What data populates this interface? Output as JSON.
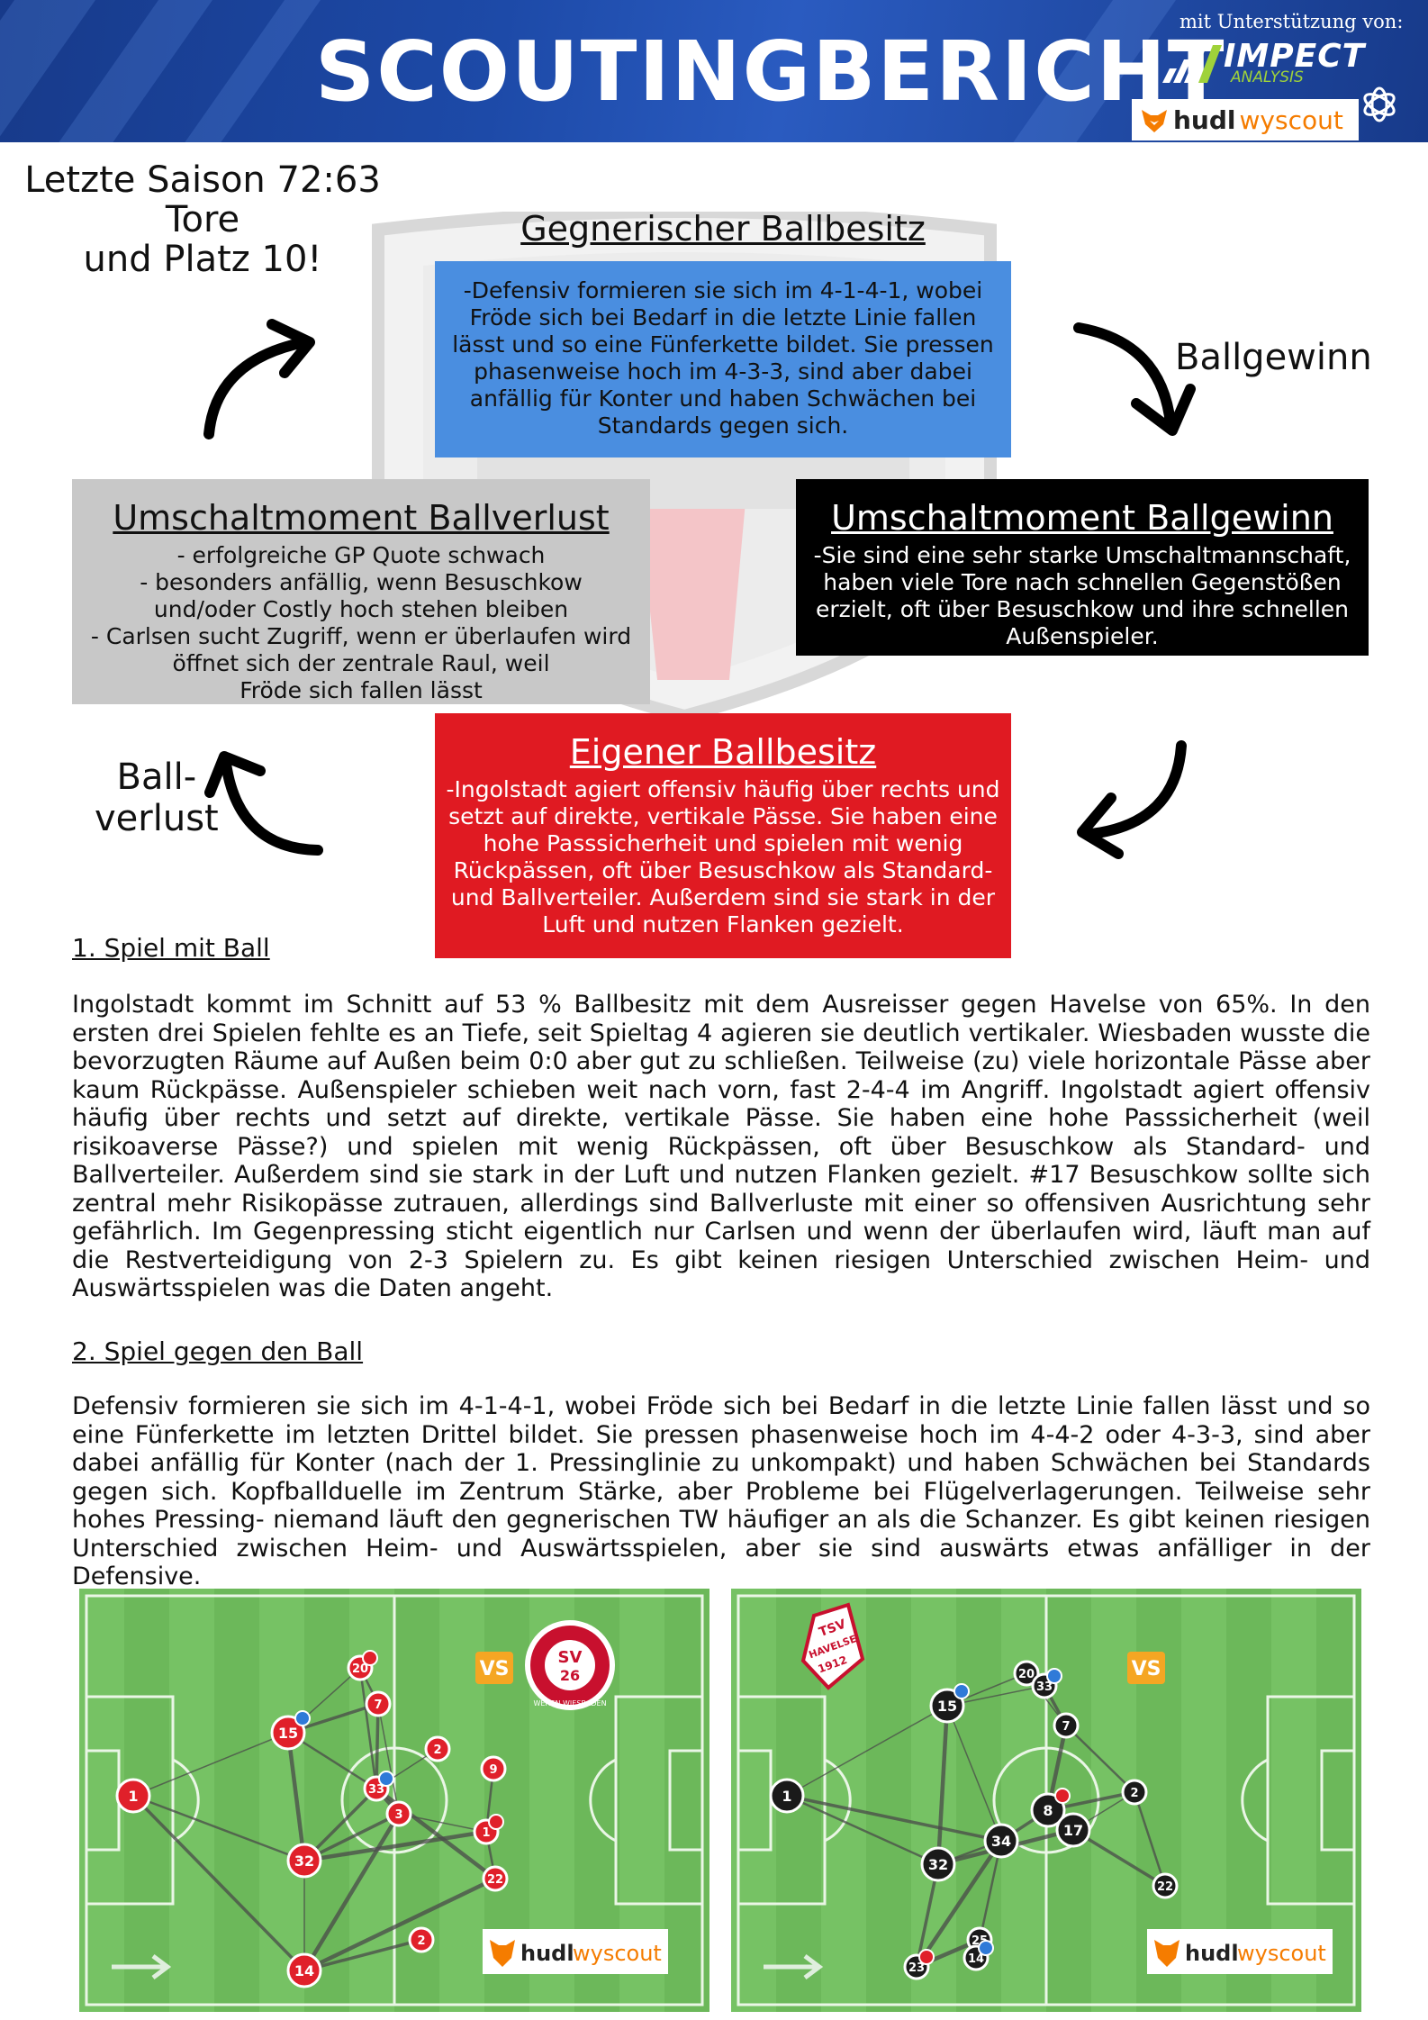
{
  "header": {
    "title": "SCOUTINGBERICHT",
    "support_label": "mit Unterstützung von:",
    "impact": {
      "name": "IMPECT",
      "sub": "ANALYSIS"
    },
    "hudl": {
      "part1": "hudl",
      "part2": "wyscout"
    }
  },
  "season_note": {
    "line1": "Letzte Saison 72:63 Tore",
    "line2": "und Platz 10!"
  },
  "phases": {
    "opponent_possession": {
      "title": "Gegnerischer Ballbesitz",
      "lines": [
        "-Defensiv formieren sie sich im 4-1-4-1, wobei",
        "Fröde sich bei Bedarf in die letzte Linie fallen",
        "lässt und so eine Fünferkette bildet. Sie pressen",
        "phasenweise hoch im 4-3-3, sind aber dabei",
        "anfällig für Konter und haben Schwächen bei",
        "Standards gegen sich."
      ]
    },
    "transition_loss": {
      "title": "Umschaltmoment Ballverlust",
      "lines": [
        "- erfolgreiche GP Quote schwach",
        "- besonders anfällig, wenn Besuschkow",
        "und/oder Costly hoch stehen bleiben",
        "- Carlsen sucht Zugriff, wenn er überlaufen wird",
        "öffnet sich der zentrale Raul, weil",
        "Fröde sich fallen lässt"
      ]
    },
    "transition_gain": {
      "title": "Umschaltmoment Ballgewinn",
      "lines": [
        "-Sie sind eine sehr starke Umschaltmannschaft,",
        "haben viele Tore nach schnellen Gegenstößen",
        "erzielt, oft über Besuschkow und ihre schnellen",
        "Außenspieler."
      ]
    },
    "own_possession": {
      "title": "Eigener Ballbesitz",
      "lines": [
        "-Ingolstadt agiert offensiv häufig über rechts und",
        "setzt auf direkte, vertikale Pässe. Sie haben eine",
        "hohe Passsicherheit und spielen mit wenig",
        "Rückpässen, oft über Besuschkow als Standard-",
        "und Ballverteiler. Außerdem sind sie stark in der",
        "Luft und nutzen Flanken gezielt."
      ]
    }
  },
  "cycle_labels": {
    "ball_gain": "Ballgewinn",
    "ball_loss_1": "Ball-",
    "ball_loss_2": "verlust"
  },
  "sections": [
    {
      "heading": "1. Spiel mit Ball",
      "text": "Ingolstadt kommt im Schnitt auf 53 % Ballbesitz mit dem Ausreisser gegen Havelse von 65%. In den ersten drei Spielen fehlte es an Tiefe, seit Spieltag 4 agieren sie deutlich vertikaler. Wiesbaden wusste die bevorzugten Räume auf Außen beim 0:0 aber gut zu schließen. Teilweise (zu) viele horizontale Pässe aber kaum Rückpässe. Außenspieler schieben weit nach vorn, fast 2-4-4 im Angriff. Ingolstadt agiert offensiv häufig über rechts und setzt auf direkte, vertikale Pässe. Sie haben eine hohe Passsicherheit (weil risikoaverse Pässe?) und spielen mit wenig Rückpässen, oft über Besuschkow als Standard- und Ballverteiler. Außerdem sind sie stark in der Luft und nutzen Flanken gezielt. #17 Besuschkow sollte sich zentral mehr Risikopässe zutrauen, allerdings sind Ballverluste mit einer so offensiven Ausrichtung sehr gefährlich. Im Gegenpressing sticht eigentlich nur Carlsen und wenn der überlaufen wird, läuft man auf die Restverteidigung von 2-3 Spielern zu. Es gibt keinen riesigen Unterschied zwischen Heim- und Auswärtsspielen was die Daten angeht."
    },
    {
      "heading": "2. Spiel gegen den Ball",
      "text": "Defensiv formieren sie sich im 4-1-4-1, wobei Fröde sich bei Bedarf in die letzte Linie fallen lässt und so eine Fünferkette im letzten Drittel bildet. Sie pressen phasenweise hoch im 4-4-2 oder 4-3-3, sind aber dabei anfällig für Konter (nach der 1. Pressinglinie zu unkompakt) und haben Schwächen bei Standards gegen sich. Kopfballduelle im Zentrum Stärke, aber Probleme bei Flügelverlagerungen. Teilweise sehr hohes Pressing- niemand läuft den gegnerischen TW häufiger an als die Schanzer. Es gibt keinen riesigen Unterschied zwischen Heim- und Auswärtsspielen, aber sie sind auswärts etwas anfälliger in der Defensive."
    }
  ],
  "pass_networks": [
    {
      "vs_label": "VS",
      "opponent_badge": {
        "top": "SV",
        "number": "26",
        "ring": "WEHEN WIESBADEN"
      },
      "node_color": "#e0202a",
      "players": [
        "1",
        "15",
        "32",
        "14",
        "20",
        "7",
        "2",
        "33",
        "3",
        "9",
        "1",
        "22",
        "2"
      ],
      "watermark": {
        "part1": "hudl",
        "part2": "wyscout"
      }
    },
    {
      "vs_label": "VS",
      "opponent_badge": {
        "top": "TSV",
        "name": "HAVELSE",
        "year": "1912"
      },
      "node_color": "#1a1a1a",
      "players": [
        "1",
        "15",
        "32",
        "34",
        "8",
        "17",
        "20",
        "33",
        "7",
        "2",
        "23",
        "22",
        "25",
        "14"
      ],
      "watermark": {
        "part1": "hudl",
        "part2": "wyscout"
      }
    }
  ],
  "colors": {
    "header_blue": "#1d4aa8",
    "opponent_possession_box": "#4a8ee0",
    "transition_loss_box": "#c8c8c8",
    "transition_gain_box": "#000000",
    "own_possession_box": "#e01a22",
    "pitch_green": "#6cb85a",
    "wyscout_orange": "#f57c00",
    "impact_green": "#9fd23a"
  }
}
